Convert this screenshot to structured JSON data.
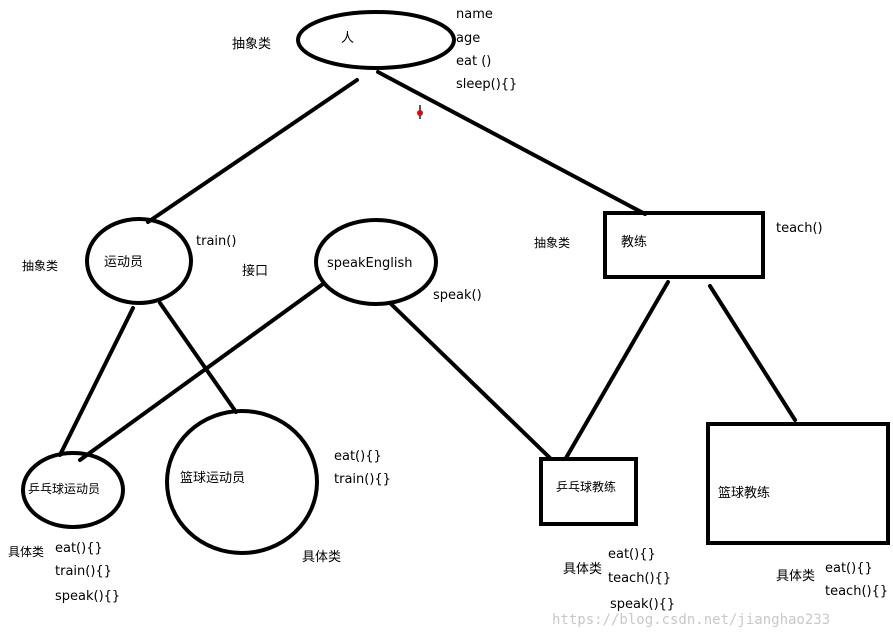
{
  "nodes": {
    "person": {
      "label": "人",
      "kind_label": "抽象类",
      "members": [
        "name",
        "age",
        "eat ()",
        "sleep(){}"
      ]
    },
    "athlete": {
      "label": "运动员",
      "kind_label": "抽象类",
      "members": [
        "train()"
      ]
    },
    "speak_english": {
      "label": "speakEnglish",
      "kind_label": "接口",
      "members": [
        "speak()"
      ]
    },
    "coach": {
      "label": "教练",
      "kind_label": "抽象类",
      "members": [
        "teach()"
      ]
    },
    "pingpong_athlete": {
      "label": "乒乓球运动员",
      "kind_label": "具体类",
      "members": [
        "eat(){}",
        "train(){}",
        "speak(){}"
      ]
    },
    "basketball_athlete": {
      "label": "篮球运动员",
      "kind_label": "具体类",
      "members": [
        "eat(){}",
        "train(){}"
      ]
    },
    "pingpong_coach": {
      "label": "乒乓球教练",
      "kind_label": "具体类",
      "members": [
        "eat(){}",
        "teach(){}",
        "speak(){}"
      ]
    },
    "basketball_coach": {
      "label": "篮球教练",
      "kind_label": "具体类",
      "members": [
        "eat(){}",
        "teach(){}"
      ]
    }
  },
  "edges": [
    {
      "from": "person",
      "to": "athlete"
    },
    {
      "from": "person",
      "to": "coach"
    },
    {
      "from": "athlete",
      "to": "pingpong_athlete"
    },
    {
      "from": "athlete",
      "to": "basketball_athlete"
    },
    {
      "from": "speak_english",
      "to": "pingpong_athlete"
    },
    {
      "from": "speak_english",
      "to": "pingpong_coach"
    },
    {
      "from": "coach",
      "to": "pingpong_coach"
    },
    {
      "from": "coach",
      "to": "basketball_coach"
    }
  ],
  "watermark": "https://blog.csdn.net/jianghao233",
  "colors": {
    "stroke": "#000000",
    "cursor_dot": "#d01010",
    "watermark": "#c8c8c8"
  }
}
